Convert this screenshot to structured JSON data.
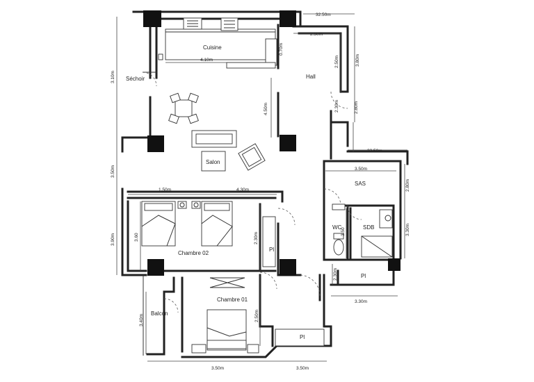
{
  "rooms": {
    "cuisine": "Cuisine",
    "hall": "Hall",
    "sechoir": "Séchoir",
    "salon": "Salon",
    "sas": "SAS",
    "wc": "WC",
    "sdb": "SDB",
    "chambre02": "Chambre 02",
    "chambre01": "Chambre 01",
    "balcon": "Balcon",
    "pl_chambre02": "Pl",
    "pl_sas": "Pl",
    "pl_bottom": "Pl"
  },
  "dimensions": {
    "top_total": "32.50m",
    "hall_width": "2.50m",
    "cuisine_width": "4.10m",
    "hall_depth_a": "2.50m",
    "hall_right_a": "3.80m",
    "hall_right_b": "2.80m",
    "hall_small": "2.30m",
    "salon_depth": "4.50m",
    "left_top": "3.10m",
    "left_mid": "3.50m",
    "left_ch02": "3.90m",
    "ch02_width_a": "1.50m",
    "ch02_width_b": "4.30m",
    "ch02_inner": "3.60",
    "pl_ch02": "2.30m",
    "sas_right_total": "22.50m",
    "sas_width": "3.50m",
    "sas_height": "2.80m",
    "sdb_height": "3.30m",
    "wc_height": "3.50",
    "pl_sas_height": "2.30m",
    "pl_sas_width": "3.30m",
    "balcon_height": "3.40m",
    "chambre01_height": "2.50m",
    "bottom_left": "3.50m",
    "bottom_right": "3.50m",
    "cuisine_cab": "0.70m"
  }
}
